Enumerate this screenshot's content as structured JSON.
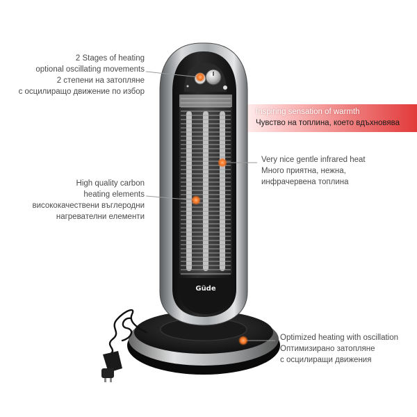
{
  "captions": {
    "stages": [
      "2 Stages of heating",
      "optional oscillating movements",
      "2 степени на затопляне",
      "с осцилиращо движение по избор"
    ],
    "warmth": [
      "Inspiring sensation of warmth",
      "Чувство на топлина, което вдъхновява"
    ],
    "infrared": [
      "Very nice gentle infrared heat",
      "Много приятна, нежна,",
      "инфрачервена топлина"
    ],
    "carbon": [
      "High quality carbon",
      "heating elements",
      "висококачествени въглеродни",
      "нагревателни елементи"
    ],
    "oscillation": [
      "Optimized heating with oscillation",
      "Оптимизирано затопляне",
      "с осцилиращи движения"
    ]
  },
  "product": {
    "brand_logo": "Güde"
  },
  "colors": {
    "accent": "#f07020",
    "warm_red": "#e23a3a",
    "body_dark": "#1e1e1e",
    "body_silver": "#b9bcbf"
  }
}
